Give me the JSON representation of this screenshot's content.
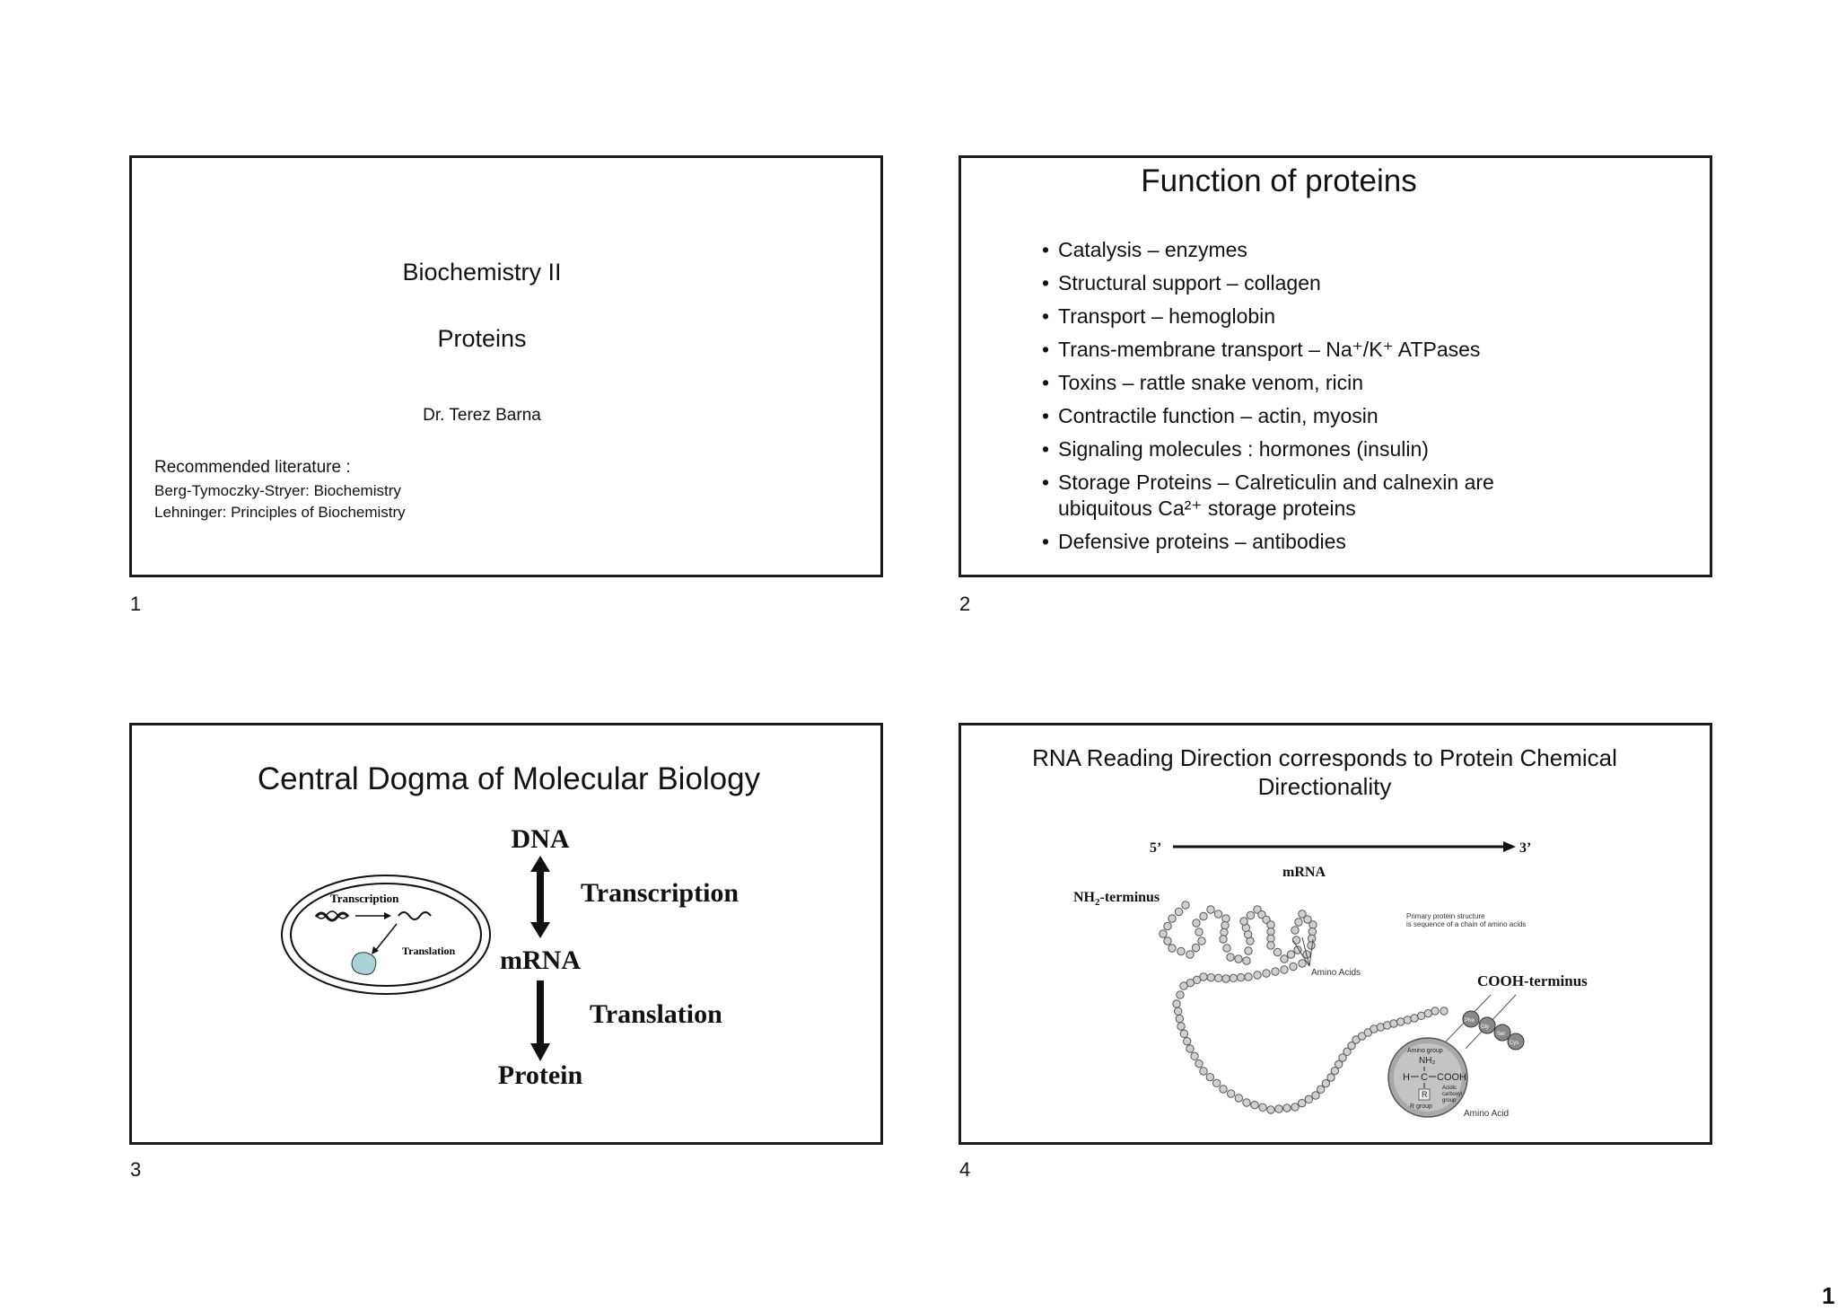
{
  "slides": [
    {
      "number": "1",
      "title": "Biochemistry II",
      "subtitle": "Proteins",
      "author": "Dr. Terez Barna",
      "literature_heading": "Recommended literature :",
      "literature": [
        "Berg-Tymoczky-Stryer: Biochemistry",
        "Lehninger: Principles of Biochemistry"
      ]
    },
    {
      "number": "2",
      "title": "Function of proteins",
      "bullets": [
        "Catalysis – enzymes",
        "Structural support – collagen",
        "Transport – hemoglobin",
        "Trans-membrane transport – Na⁺/K⁺ ATPases",
        "Toxins – rattle snake venom, ricin",
        "Contractile function – actin, myosin",
        "Signaling molecules : hormones (insulin)",
        "Storage Proteins –  Calreticulin and calnexin are ubiquitous Ca²⁺ storage proteins",
        "Defensive proteins – antibodies"
      ]
    },
    {
      "number": "3",
      "title": "Central Dogma of Molecular Biology",
      "dna": "DNA",
      "transcription": "Transcription",
      "mrna": "mRNA",
      "translation": "Translation",
      "protein": "Protein",
      "cell_transcription": "Transcription",
      "cell_translation": "Translation"
    },
    {
      "number": "4",
      "title": "RNA Reading Direction corresponds to Protein Chemical Directionality",
      "five_prime": "5’",
      "three_prime": "3’",
      "mrna": "mRNA",
      "nh2": "NH",
      "nh2_sub": "2",
      "nh2_rest": "-terminus",
      "cooh": "COOH-terminus",
      "primary_1": "Primary protein structure",
      "primary_2": "is sequence of a chain of amino acids",
      "amino_acids": "Amino Acids",
      "amino_group": "Amino group",
      "nh2_formula": "NH₂",
      "h": "H",
      "c": "C",
      "cooh_formula": "COOH",
      "r": "R",
      "acidic_1": "Acidic",
      "acidic_2": "carboxyl",
      "acidic_3": "group",
      "r_group": "R group",
      "amino_acid": "Amino Acid",
      "res1": "Phe",
      "res2": "Gly",
      "res3": "Ser",
      "res4": "Cys"
    }
  ],
  "page_marker": "1"
}
